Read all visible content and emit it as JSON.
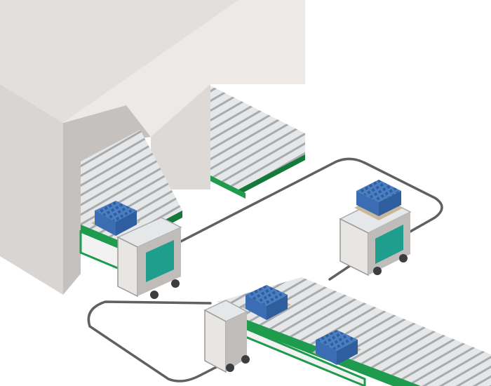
{
  "scene": {
    "description_visible_text": "",
    "colors": {
      "background": "#ffffff",
      "building_light": "#ece9e7",
      "building_mid": "#d8d5d3",
      "building_dark": "#c4c1bf",
      "path": "#5f6061",
      "conveyor_green": "#1e9b4d",
      "conveyor_green_dark": "#137a3a",
      "roller_light": "#e6e7e8",
      "roller_dark": "#a8abae",
      "agv_body": "#e8e6e3",
      "agv_shadow": "#bfbcb9",
      "agv_teal": "#1f9e8e",
      "crate_blue": "#4a7fc4",
      "crate_blue_dark": "#2f5e9e",
      "pallet": "#c8b89a",
      "wheel": "#3b3d40"
    },
    "icons": [
      "warehouse-building",
      "conveyor-belt",
      "agv-robot",
      "crate"
    ]
  }
}
